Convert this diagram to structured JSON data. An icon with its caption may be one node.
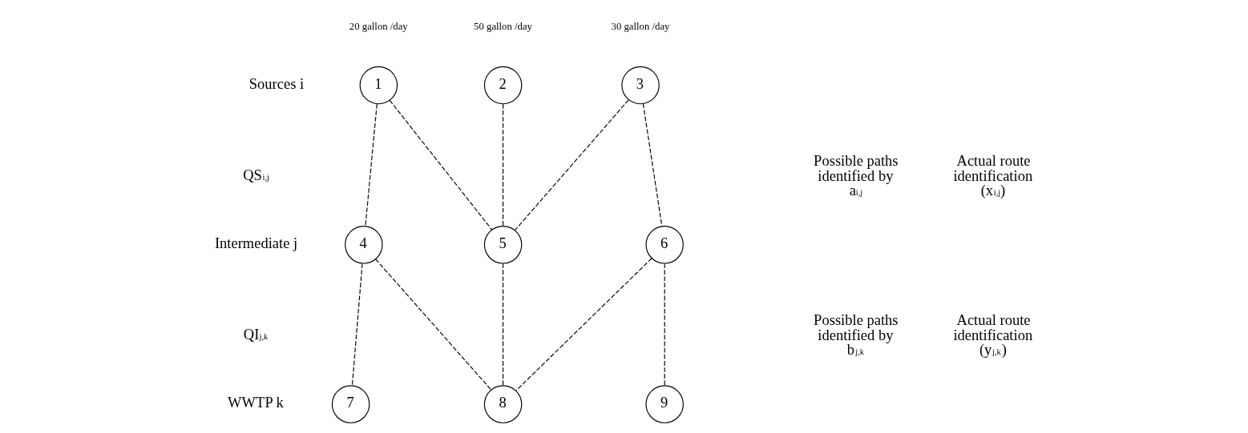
{
  "diagram": {
    "nodes": [
      {
        "text": [
          "1"
        ],
        "beside": [
          "20 gallon /day"
        ]
      },
      {
        "text": [
          "2"
        ],
        "beside": [
          "50 gallon /day"
        ]
      },
      {
        "text": [
          "3"
        ],
        "beside": [
          "30 gallon /day"
        ]
      },
      {
        "text": [
          "4"
        ]
      },
      {
        "text": [
          "5"
        ]
      },
      {
        "text": [
          "6"
        ]
      },
      {
        "text": [
          "7"
        ]
      },
      {
        "text": [
          "8"
        ]
      },
      {
        "text": [
          "9"
        ]
      }
    ],
    "edges": [
      {
        "from": 0,
        "to": 3,
        "arrow": "none",
        "style": "dashed"
      },
      {
        "from": 0,
        "to": 4,
        "arrow": "none",
        "style": "dashed"
      },
      {
        "from": 1,
        "to": 4,
        "arrow": "none",
        "style": "dashed"
      },
      {
        "from": 2,
        "to": 4,
        "arrow": "none",
        "style": "dashed"
      },
      {
        "from": 2,
        "to": 5,
        "arrow": "none",
        "style": "dashed"
      },
      {
        "from": 3,
        "to": 6,
        "arrow": "none",
        "style": "dashed"
      },
      {
        "from": 3,
        "to": 7,
        "arrow": "none",
        "style": "dashed"
      },
      {
        "from": 4,
        "to": 7,
        "arrow": "none",
        "style": "dashed"
      },
      {
        "from": 5,
        "to": 7,
        "arrow": "none",
        "style": "dashed"
      },
      {
        "from": 5,
        "to": 8,
        "arrow": "none",
        "style": "dashed"
      }
    ],
    "labels": [
      "Sources i",
      "QS$_{i,j}$",
      "Intermediate j",
      "QI$_{j,k}$",
      "WWTP k",
      "Possible paths identified by a$_{i,j}$",
      "Actual route identification (x$_{i,j}$)",
      "Possible paths identified by b$_{j,k}$",
      "Actual route identification (y$_{j,k}$)"
    ]
  }
}
